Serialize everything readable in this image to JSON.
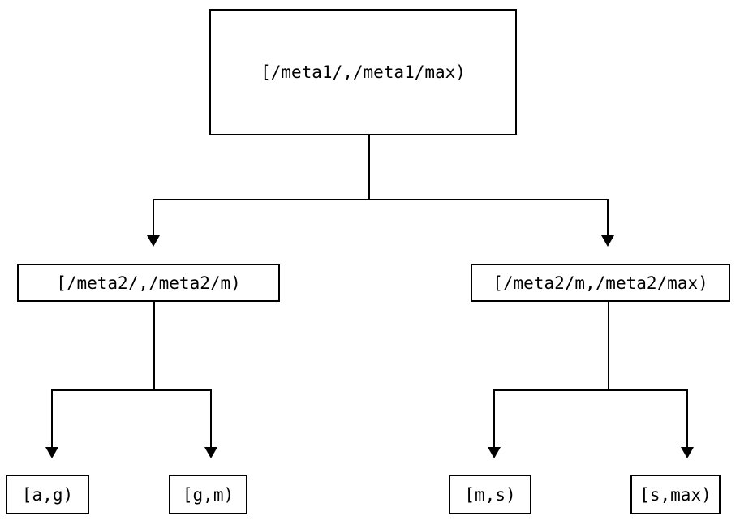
{
  "diagram": {
    "type": "tree",
    "title": "",
    "background_color": "#ffffff",
    "line_color": "#000000",
    "node_fill": "#ffffff",
    "nodes": {
      "root": {
        "label": "[/meta1/,/meta1/max)"
      },
      "mid_left": {
        "label": "[/meta2/,/meta2/m)"
      },
      "mid_right": {
        "label": "[/meta2/m,/meta2/max)"
      },
      "leaf_1": {
        "label": "[a,g)"
      },
      "leaf_2": {
        "label": "[g,m)"
      },
      "leaf_3": {
        "label": "[m,s)"
      },
      "leaf_4": {
        "label": "[s,max)"
      }
    }
  }
}
